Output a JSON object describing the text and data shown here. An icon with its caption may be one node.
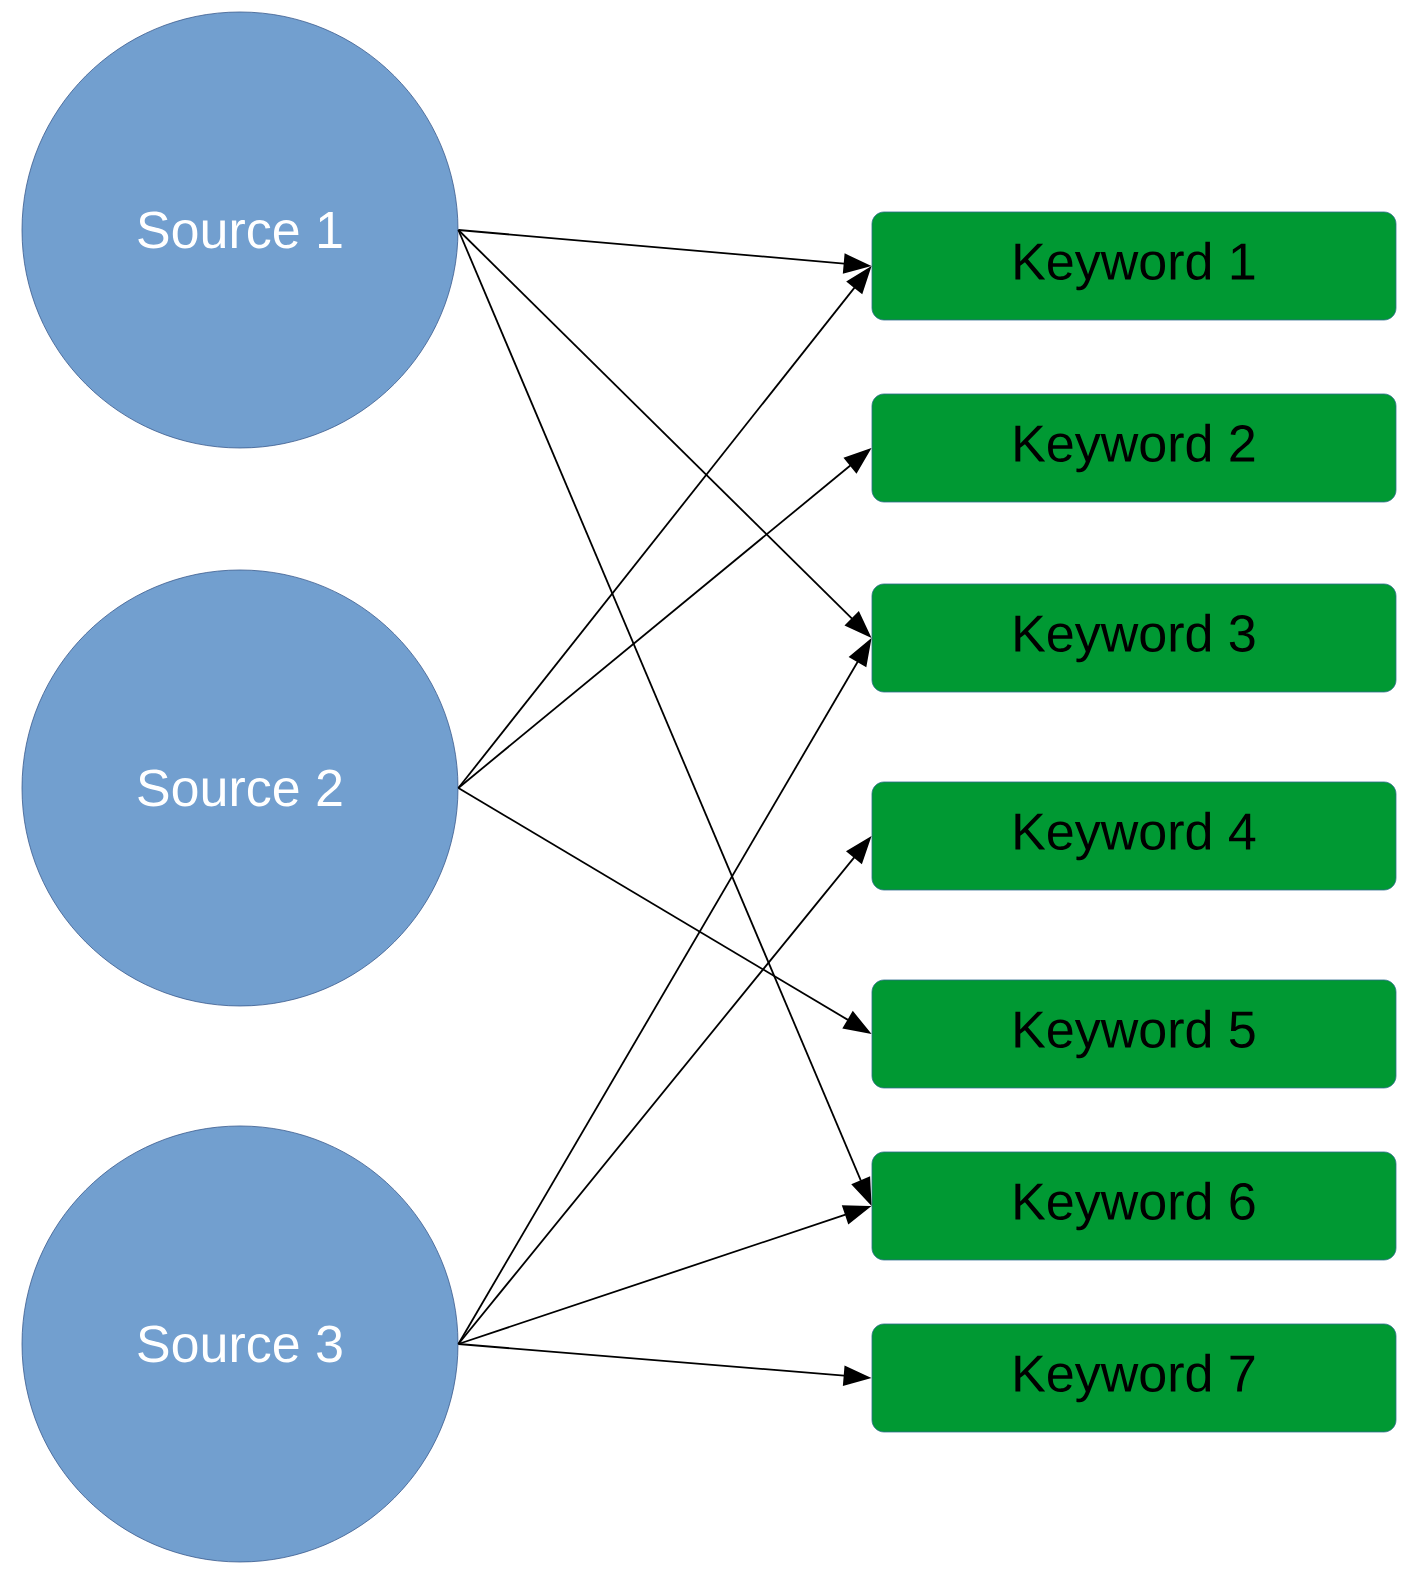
{
  "diagram": {
    "nodes": [
      {
        "text": [
          "Source 1"
        ]
      },
      {
        "text": [
          "Source 2"
        ]
      },
      {
        "text": [
          "Source 3"
        ]
      },
      {
        "text": [
          "Keyword 1"
        ]
      },
      {
        "text": [
          "Keyword 2"
        ]
      },
      {
        "text": [
          "Keyword 3"
        ]
      },
      {
        "text": [
          "Keyword 4"
        ]
      },
      {
        "text": [
          "Keyword 5"
        ]
      },
      {
        "text": [
          "Keyword 6"
        ]
      },
      {
        "text": [
          "Keyword 7"
        ]
      }
    ],
    "edges": [
      {
        "from": 0,
        "to": 3,
        "arrow": "to"
      },
      {
        "from": 0,
        "to": 5,
        "arrow": "to"
      },
      {
        "from": 0,
        "to": 8,
        "arrow": "to"
      },
      {
        "from": 1,
        "to": 3,
        "arrow": "to"
      },
      {
        "from": 1,
        "to": 4,
        "arrow": "to"
      },
      {
        "from": 1,
        "to": 7,
        "arrow": "to"
      },
      {
        "from": 2,
        "to": 5,
        "arrow": "to"
      },
      {
        "from": 2,
        "to": 6,
        "arrow": "to"
      },
      {
        "from": 2,
        "to": 8,
        "arrow": "to"
      },
      {
        "from": 2,
        "to": 9,
        "arrow": "to"
      }
    ]
  }
}
